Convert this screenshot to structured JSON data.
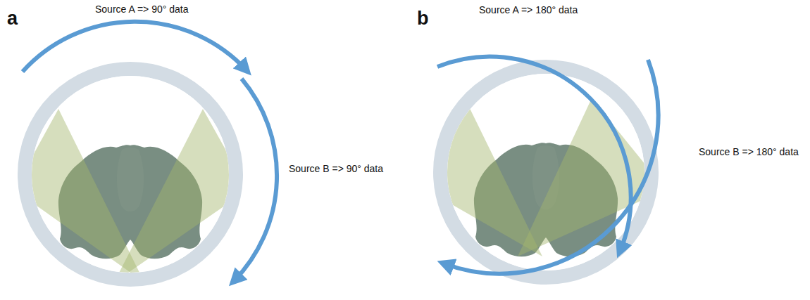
{
  "diagram": {
    "labels": [
      "a",
      "Source A => 90° data",
      "Source B => 90° data",
      "b",
      "Source A => 180° data",
      "Source B => 180° data"
    ]
  }
}
